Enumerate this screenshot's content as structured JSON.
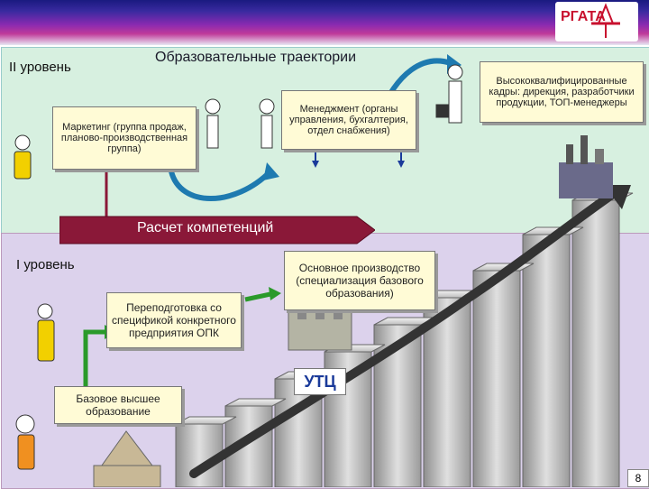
{
  "logo": {
    "text": "РГАТА"
  },
  "title": "Образовательные траектории",
  "level2_label": "II уровень",
  "level1_label": "I уровень",
  "boxes": {
    "marketing": "Маркетинг (группа продаж, планово-производственная группа)",
    "management": "Менеджмент (органы управления, бухгалтерия, отдел снабжения)",
    "highly_qualified": "Высококвалифицированные кадры: дирекция, разработчики продукции, ТОП-менеджеры",
    "core_production": "Основное производство (специализация базового образования)",
    "retraining": "Переподготовка со спецификой конкретного предприятия ОПК",
    "basic_higher": "Базовое высшее образование"
  },
  "competence_arrow": "Расчет компетенций",
  "utc_label": "УТЦ",
  "page_number": "8",
  "colors": {
    "zone_top": "#d7f0e0",
    "zone_bottom": "#dcd2ec",
    "box_fill": "#fffbd6",
    "arrow_red": "#8a1838",
    "curve_blue": "#1e7ab0",
    "step_gray": "#b8b8b8"
  }
}
